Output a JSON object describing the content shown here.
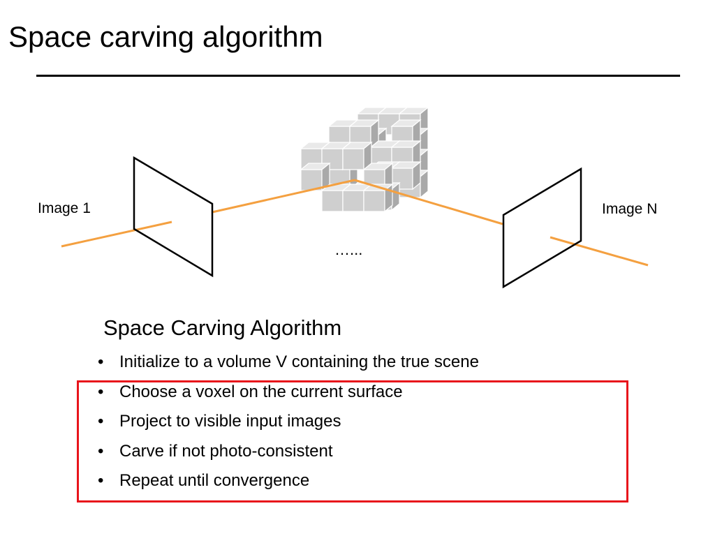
{
  "slide": {
    "title": "Space carving algorithm"
  },
  "diagram": {
    "image_first_label": "Image 1",
    "image_last_label": "Image N",
    "ellipsis": "…...",
    "ray_color": "#f4a040",
    "voxel_color": "#c8c8c8",
    "voxel_edge_color": "#ffffff"
  },
  "algorithm": {
    "heading": "Space Carving Algorithm",
    "bullet": "•",
    "steps": [
      "Initialize to a volume V containing the true scene",
      "Choose a voxel on the current surface",
      "Project to visible input images",
      "Carve if not photo-consistent",
      "Repeat until convergence"
    ],
    "highlight_color": "#e8141b"
  }
}
